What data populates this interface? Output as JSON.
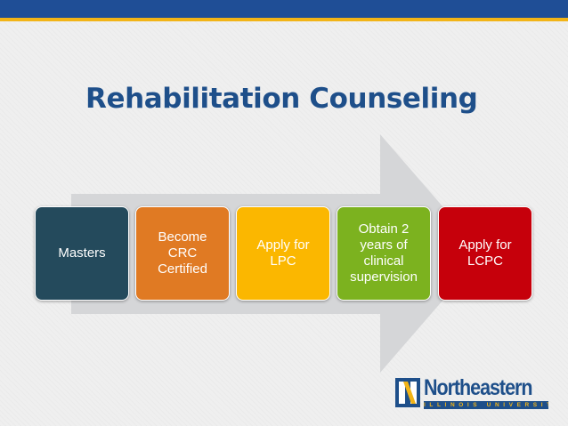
{
  "slide": {
    "title": "Rehabilitation Counseling",
    "steps": [
      {
        "label": "Masters",
        "color": "#244a5c"
      },
      {
        "label": "Become CRC Certified",
        "color": "#e07a23"
      },
      {
        "label": "Apply for LPC",
        "color": "#fbb700"
      },
      {
        "label": "Obtain 2 years of clinical supervision",
        "color": "#7cb21f"
      },
      {
        "label": "Apply for LCPC",
        "color": "#c6000b"
      }
    ],
    "colors": {
      "title": "#1e4f8a",
      "top_bar": "#1f4e96",
      "accent": "#f2b417",
      "arrow": "#d5d6d8",
      "background": "#efefef"
    }
  },
  "logo": {
    "name": "Northeastern",
    "subtitle": "ILLINOIS UNIVERSITY",
    "icon": "northeastern-n-icon"
  }
}
